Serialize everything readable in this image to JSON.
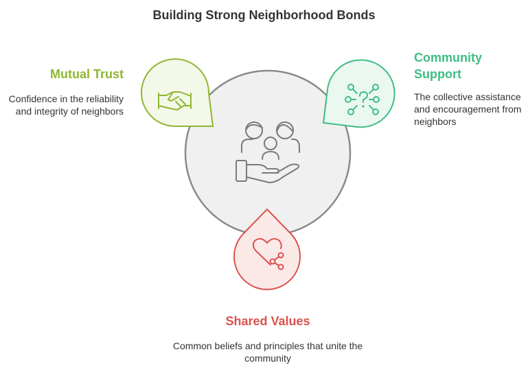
{
  "title": "Building Strong Neighborhood Bonds",
  "colors": {
    "trust": "#8fb631",
    "support": "#3ebd83",
    "values": "#d9534f",
    "center_stroke": "#8a8a8a",
    "center_fill": "#f0f0f0",
    "icon_gray": "#7a7a7a"
  },
  "center": {
    "icon": "people-hand-icon"
  },
  "nodes": {
    "trust": {
      "title": "Mutual Trust",
      "description": "Confidence in the reliability and integrity of neighbors",
      "icon": "handshake-icon"
    },
    "support": {
      "title": "Community Support",
      "description": "The collective assistance and encouragement from neighbors",
      "icon": "network-question-icon"
    },
    "values": {
      "title": "Shared Values",
      "description": "Common beliefs and principles that unite the community",
      "icon": "heart-share-icon"
    }
  }
}
